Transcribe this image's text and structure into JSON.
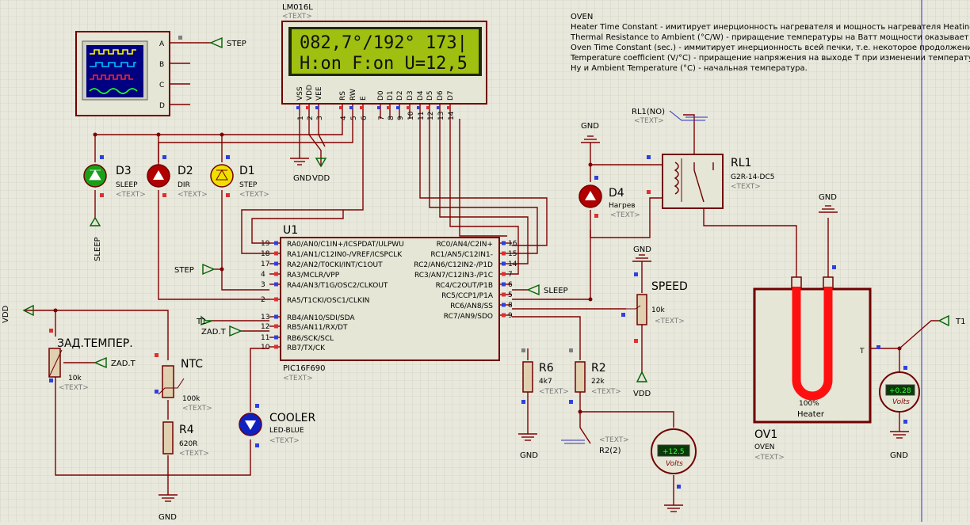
{
  "oven_notes": {
    "title": "OVEN",
    "lines": [
      "Heater Time Constant - имитирует инерционность нагревателя и мощность нагревателя Heating Powe",
      "Thermal Resistance to Ambient (°C/W) - приращение температуры на Ватт мощности оказывает влияни",
      "Oven Time Constant (sec.) - иммитирует инерционность всей печки, т.е. некоторое продолжение нагр",
      "Temperature coefficient (V/°C) - приращение напряжения на выходе T при изменении температуры",
      "Hy и Ambient Temperature (°C) - начальная температура."
    ]
  },
  "lcd": {
    "name": "LM016L",
    "line1": "082,7°/192° 173|",
    "line2": "H:on F:on U=12,5",
    "pins": [
      "VSS",
      "VDD",
      "VEE",
      "RS",
      "RW",
      "E",
      "D0",
      "D1",
      "D2",
      "D3",
      "D4",
      "D5",
      "D6",
      "D7"
    ],
    "pin_numbers": [
      "1",
      "2",
      "3",
      "4",
      "5",
      "6",
      "7",
      "8",
      "9",
      "10",
      "11",
      "12",
      "13",
      "14"
    ]
  },
  "text_placeholder": "<TEXT>",
  "scope": {
    "channels": [
      "A",
      "B",
      "C",
      "D"
    ]
  },
  "labels": {
    "step": "STEP",
    "sleep": "SLEEP",
    "t1": "T1",
    "zad_t": "ZAD.T",
    "vdd": "VDD",
    "gnd": "GND",
    "r2_2": "R2(2)",
    "rl1_no": "RL1(NO)",
    "t_pin": "T"
  },
  "leds": [
    {
      "ref": "D3",
      "value": "SLEEP",
      "color": "#18a018"
    },
    {
      "ref": "D2",
      "value": "DIR",
      "color": "#b00000"
    },
    {
      "ref": "D1",
      "value": "STEP",
      "color": "#f0e000"
    },
    {
      "ref": "D4",
      "value": "Нагрев",
      "color": "#b00000"
    },
    {
      "ref": "COOLER",
      "value": "LED-BLUE",
      "color": "#1020c0"
    }
  ],
  "mcu": {
    "ref": "U1",
    "part": "PIC16F690",
    "left_pins": [
      {
        "num": "19",
        "name": "RA0/AN0/C1IN+/ICSPDAT/ULPWU"
      },
      {
        "num": "18",
        "name": "RA1/AN1/C12IN0-/VREF/ICSPCLK"
      },
      {
        "num": "17",
        "name": "RA2/AN2/T0CKI/INT/C1OUT"
      },
      {
        "num": "4",
        "name": "RA3/MCLR/VPP"
      },
      {
        "num": "3",
        "name": "RA4/AN3/T1G/OSC2/CLKOUT"
      },
      {
        "num": "2",
        "name": "RA5/T1CKI/OSC1/CLKIN"
      },
      {
        "num": "13",
        "name": "RB4/AN10/SDI/SDA"
      },
      {
        "num": "12",
        "name": "RB5/AN11/RX/DT"
      },
      {
        "num": "11",
        "name": "RB6/SCK/SCL"
      },
      {
        "num": "10",
        "name": "RB7/TX/CK"
      }
    ],
    "right_pins": [
      {
        "num": "16",
        "name": "RC0/AN4/C2IN+"
      },
      {
        "num": "15",
        "name": "RC1/AN5/C12IN1-"
      },
      {
        "num": "14",
        "name": "RC2/AN6/C12IN2-/P1D"
      },
      {
        "num": "7",
        "name": "RC3/AN7/C12IN3-/P1C"
      },
      {
        "num": "6",
        "name": "RC4/C2OUT/P1B"
      },
      {
        "num": "5",
        "name": "RC5/CCP1/P1A"
      },
      {
        "num": "8",
        "name": "RC6/AN8/SS"
      },
      {
        "num": "9",
        "name": "RC7/AN9/SDO"
      }
    ]
  },
  "pot_zad": {
    "ref": "ЗАД.ТЕМПЕР.",
    "value": "10k"
  },
  "ntc": {
    "ref": "NTC",
    "value": "100k"
  },
  "r4": {
    "ref": "R4",
    "value": "620R"
  },
  "r6": {
    "ref": "R6",
    "value": "4k7"
  },
  "r2": {
    "ref": "R2",
    "value": "22k"
  },
  "speed": {
    "ref": "SPEED",
    "value": "10k"
  },
  "relay": {
    "ref": "RL1",
    "part": "G2R-14-DC5"
  },
  "oven": {
    "ref": "OV1",
    "part": "OVEN",
    "percent": "100%",
    "element": "Heater"
  },
  "voltmeter_main": {
    "reading": "+12.5",
    "unit": "Volts"
  },
  "voltmeter_temp": {
    "reading": "+0.28",
    "unit": "Volts"
  }
}
